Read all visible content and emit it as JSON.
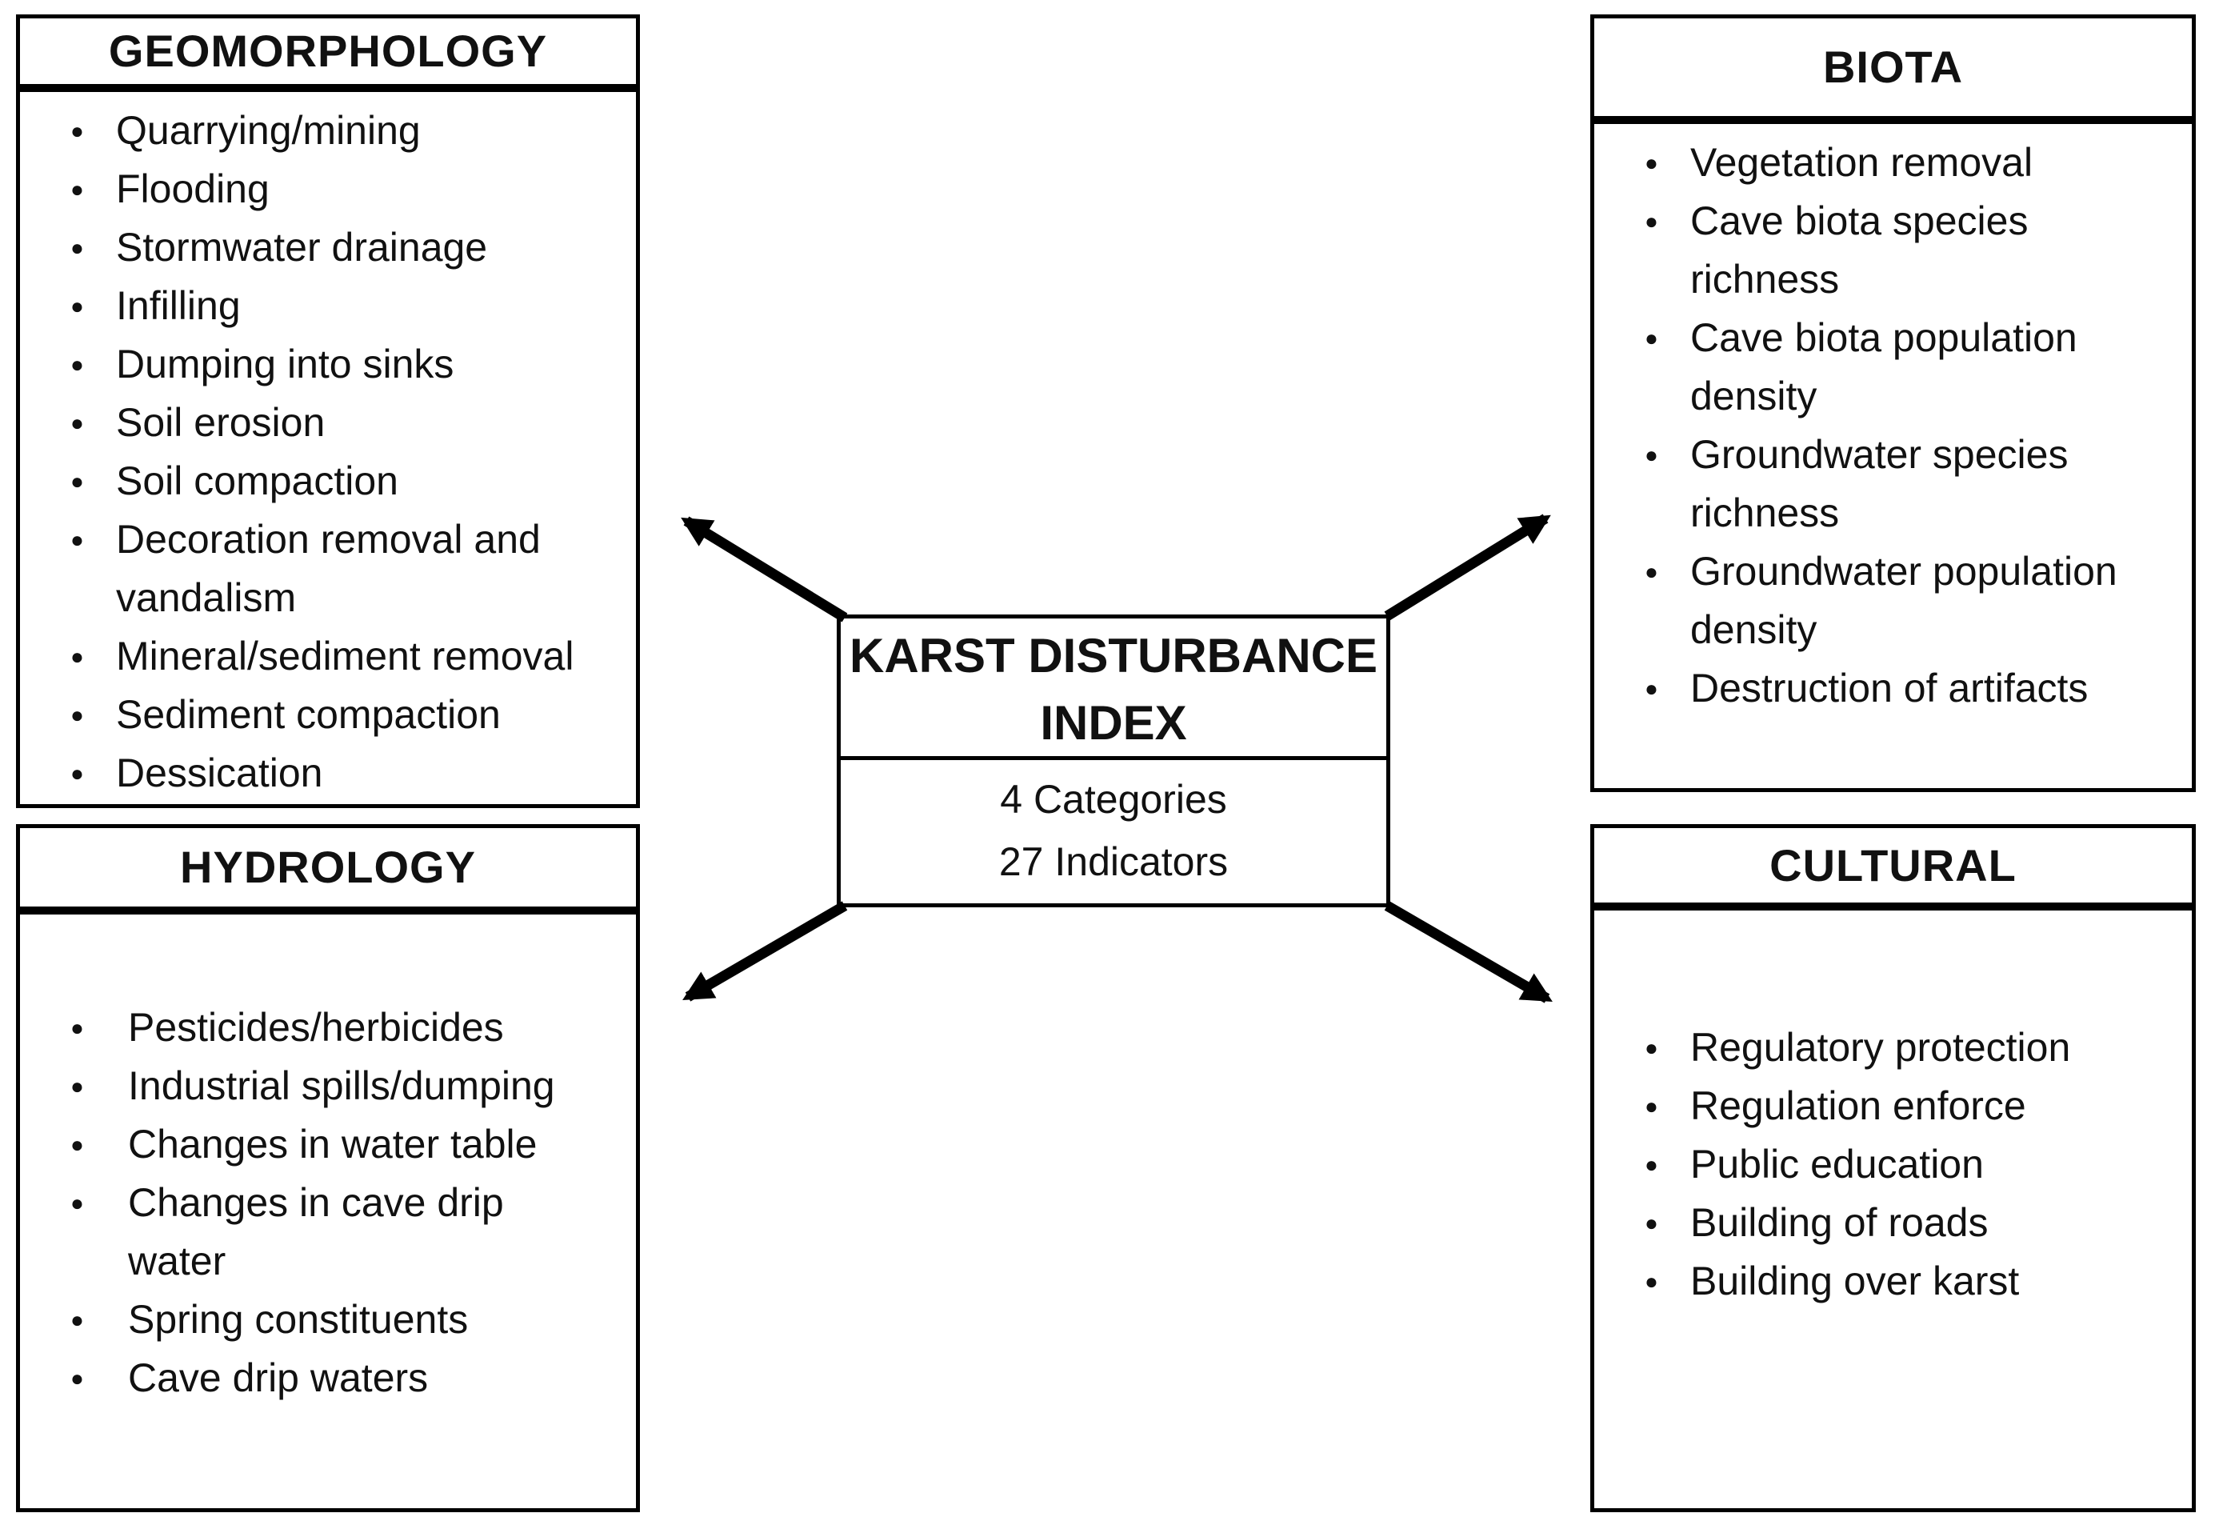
{
  "colors": {
    "background": "#ffffff",
    "line": "#000000",
    "text": "#111111"
  },
  "center": {
    "title_lines": [
      "KARST DISTURBANCE",
      "INDEX"
    ],
    "subtitle_lines": [
      "4 Categories",
      "27 Indicators"
    ]
  },
  "categories": {
    "geomorphology": {
      "title": "GEOMORPHOLOGY",
      "items": [
        "Quarrying/mining",
        "Flooding",
        "Stormwater drainage",
        "Infilling",
        "Dumping into sinks",
        "Soil erosion",
        "Soil compaction",
        "Decoration removal and vandalism",
        "Mineral/sediment removal",
        "Sediment compaction",
        "Dessication"
      ]
    },
    "biota": {
      "title": "BIOTA",
      "items": [
        "Vegetation removal",
        "Cave biota species richness",
        "Cave biota population density",
        "Groundwater species richness",
        "Groundwater population density",
        "Destruction of artifacts"
      ]
    },
    "hydrology": {
      "title": "HYDROLOGY",
      "items": [
        "Pesticides/herbicides",
        "Industrial spills/dumping",
        "Changes in water table",
        "Changes in cave drip water",
        "Spring constituents",
        "Cave drip waters"
      ]
    },
    "cultural": {
      "title": "CULTURAL",
      "items": [
        "Regulatory protection",
        "Regulation enforce",
        "Public education",
        "Building of roads",
        "Building over karst"
      ]
    }
  }
}
